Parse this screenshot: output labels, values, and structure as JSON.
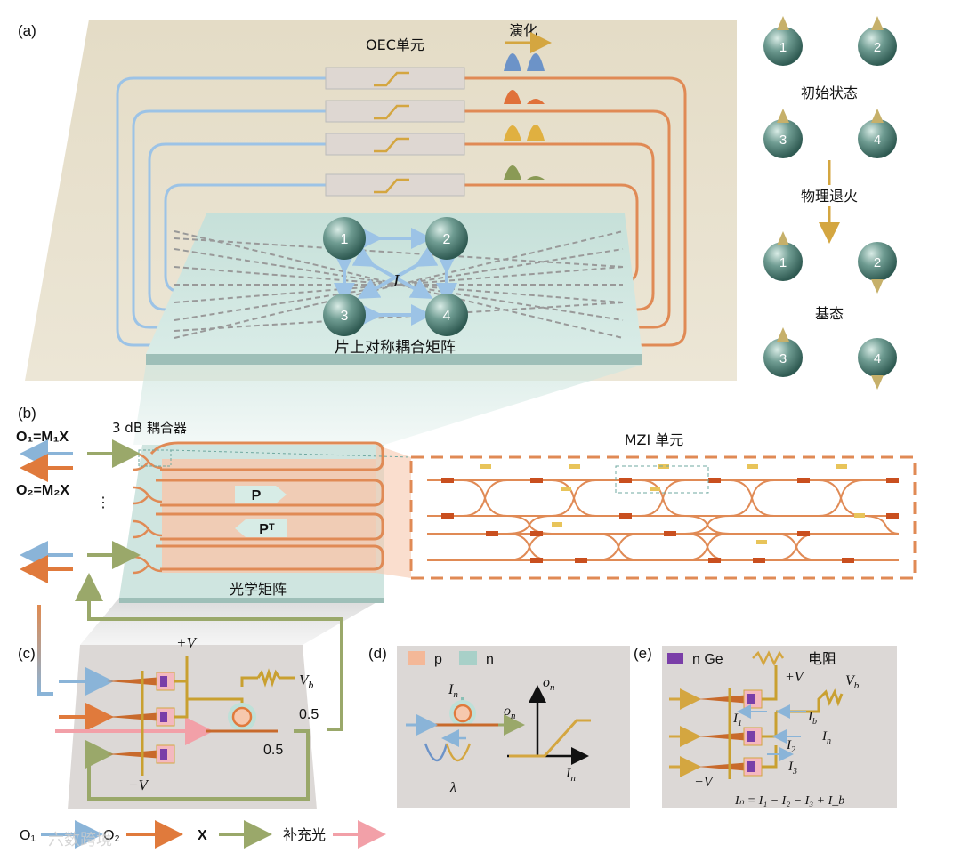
{
  "panel_a": {
    "label": "(a)",
    "oec_unit": "OEC单元",
    "evolution": "演化",
    "chip_matrix": "片上对称耦合矩阵",
    "coupling": "J",
    "nodes": [
      "1",
      "2",
      "3",
      "4"
    ],
    "initial_state": "初始状态",
    "annealing": "物理退火",
    "ground_state": "基态",
    "initial_spins": [
      "1",
      "2",
      "3",
      "4"
    ],
    "ground_spins": [
      "1",
      "2",
      "3",
      "4"
    ]
  },
  "panel_b": {
    "label": "(b)",
    "coupler": "3 dB 耦合器",
    "o1_eq": "O₁=M₁X",
    "o2_eq": "O₂=M₂X",
    "dots": "⋮",
    "p": "P",
    "pt": "Pᵀ",
    "optical_matrix": "光学矩阵",
    "mzi_unit": "MZI 单元"
  },
  "panel_c": {
    "label": "(c)",
    "plus_v": "+V",
    "minus_v": "−V",
    "vb": "V",
    "vb_sub": "b",
    "half1": "0.5",
    "half2": "0.5"
  },
  "panel_d": {
    "label": "(d)",
    "p": "p",
    "n": "n",
    "in_label": "I",
    "in_sub": "n",
    "on_label": "o",
    "on_sub": "n",
    "lambda": "λ",
    "axis_y": "o",
    "axis_y_sub": "n",
    "axis_x": "I",
    "axis_x_sub": "n"
  },
  "panel_e": {
    "label": "(e)",
    "nge": "n Ge",
    "resistor": "电阻",
    "plus_v": "+V",
    "minus_v": "−V",
    "vb": "V",
    "vb_sub": "b",
    "i1": "I",
    "i1_sub": "1",
    "i2": "I",
    "i2_sub": "2",
    "i3": "I",
    "i3_sub": "3",
    "ib": "I",
    "ib_sub": "b",
    "in": "I",
    "in_sub": "n",
    "equation": "Iₙ = I₁ − I₂ − I₃ + I_b"
  },
  "legend": {
    "o1": "O₁",
    "o2": "O₂",
    "x": "X",
    "supp": "补充光"
  },
  "watermark": "六数跨境",
  "colors": {
    "blue": "#8ab4d8",
    "orange": "#e07a3c",
    "olive": "#9aa86a",
    "pink": "#f2a0a8",
    "gold": "#d4a640",
    "teal_sphere": "#5f8f84",
    "chip": "#cfe5e0"
  }
}
